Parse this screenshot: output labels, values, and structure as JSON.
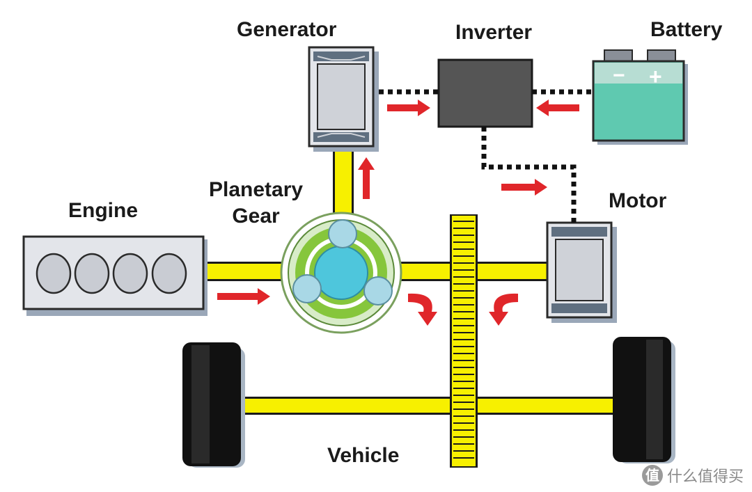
{
  "labels": {
    "generator": "Generator",
    "inverter": "Inverter",
    "battery": "Battery",
    "planetary_line1": "Planetary",
    "planetary_line2": "Gear",
    "engine": "Engine",
    "motor": "Motor",
    "vehicle": "Vehicle"
  },
  "battery_signs": {
    "minus": "−",
    "plus": "+"
  },
  "watermark": {
    "logo_char": "值",
    "text": "什么值得买"
  },
  "colors": {
    "shaft_yellow": "#f7f000",
    "arrow_red": "#e0262a",
    "inverter_gray": "#555555",
    "battery_teal": "#5fc9b0",
    "planet_cyan": "#4ec6dc",
    "ring_green": "#86c63c",
    "wheel_black": "#111111"
  }
}
